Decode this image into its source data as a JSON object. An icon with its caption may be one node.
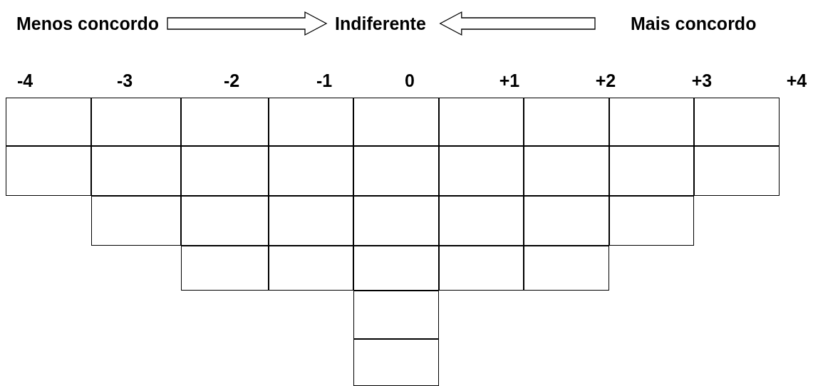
{
  "diagram": {
    "nodes": [
      {
        "text": [
          "Menos concordo"
        ]
      },
      {
        "text": [
          "Indiferente"
        ]
      },
      {
        "text": [
          "Mais concordo"
        ]
      },
      {
        "text": [],
        "shape": "box"
      },
      {
        "text": [],
        "shape": "box"
      },
      {
        "text": [],
        "shape": "box"
      },
      {
        "text": [],
        "shape": "box"
      },
      {
        "text": [],
        "shape": "box"
      },
      {
        "text": [],
        "shape": "box"
      },
      {
        "text": [],
        "shape": "box"
      },
      {
        "text": [],
        "shape": "box"
      },
      {
        "text": [],
        "shape": "box"
      },
      {
        "text": [],
        "shape": "box"
      },
      {
        "text": [],
        "shape": "box"
      },
      {
        "text": [],
        "shape": "box"
      },
      {
        "text": [],
        "shape": "box"
      },
      {
        "text": [],
        "shape": "box"
      },
      {
        "text": [],
        "shape": "box"
      },
      {
        "text": [],
        "shape": "box"
      },
      {
        "text": [],
        "shape": "box"
      },
      {
        "text": [],
        "shape": "box"
      },
      {
        "text": [],
        "shape": "box"
      },
      {
        "text": [],
        "shape": "box"
      },
      {
        "text": [],
        "shape": "box"
      },
      {
        "text": [],
        "shape": "box"
      },
      {
        "text": [],
        "shape": "box"
      },
      {
        "text": [],
        "shape": "box"
      },
      {
        "text": [],
        "shape": "box"
      },
      {
        "text": [],
        "shape": "box"
      },
      {
        "text": [],
        "shape": "box"
      },
      {
        "text": [],
        "shape": "box"
      },
      {
        "text": [],
        "shape": "box"
      },
      {
        "text": [],
        "shape": "box"
      },
      {
        "text": [],
        "shape": "box"
      },
      {
        "text": [],
        "shape": "box"
      }
    ],
    "edges": [
      {
        "from": 0,
        "to": 1,
        "arrow": "to"
      },
      {
        "from": 2,
        "to": 1,
        "arrow": "to"
      }
    ],
    "labels": [
      "-4",
      "-3",
      "-2",
      "-1",
      "0",
      "+1",
      "+2",
      "+3",
      "+4"
    ]
  }
}
